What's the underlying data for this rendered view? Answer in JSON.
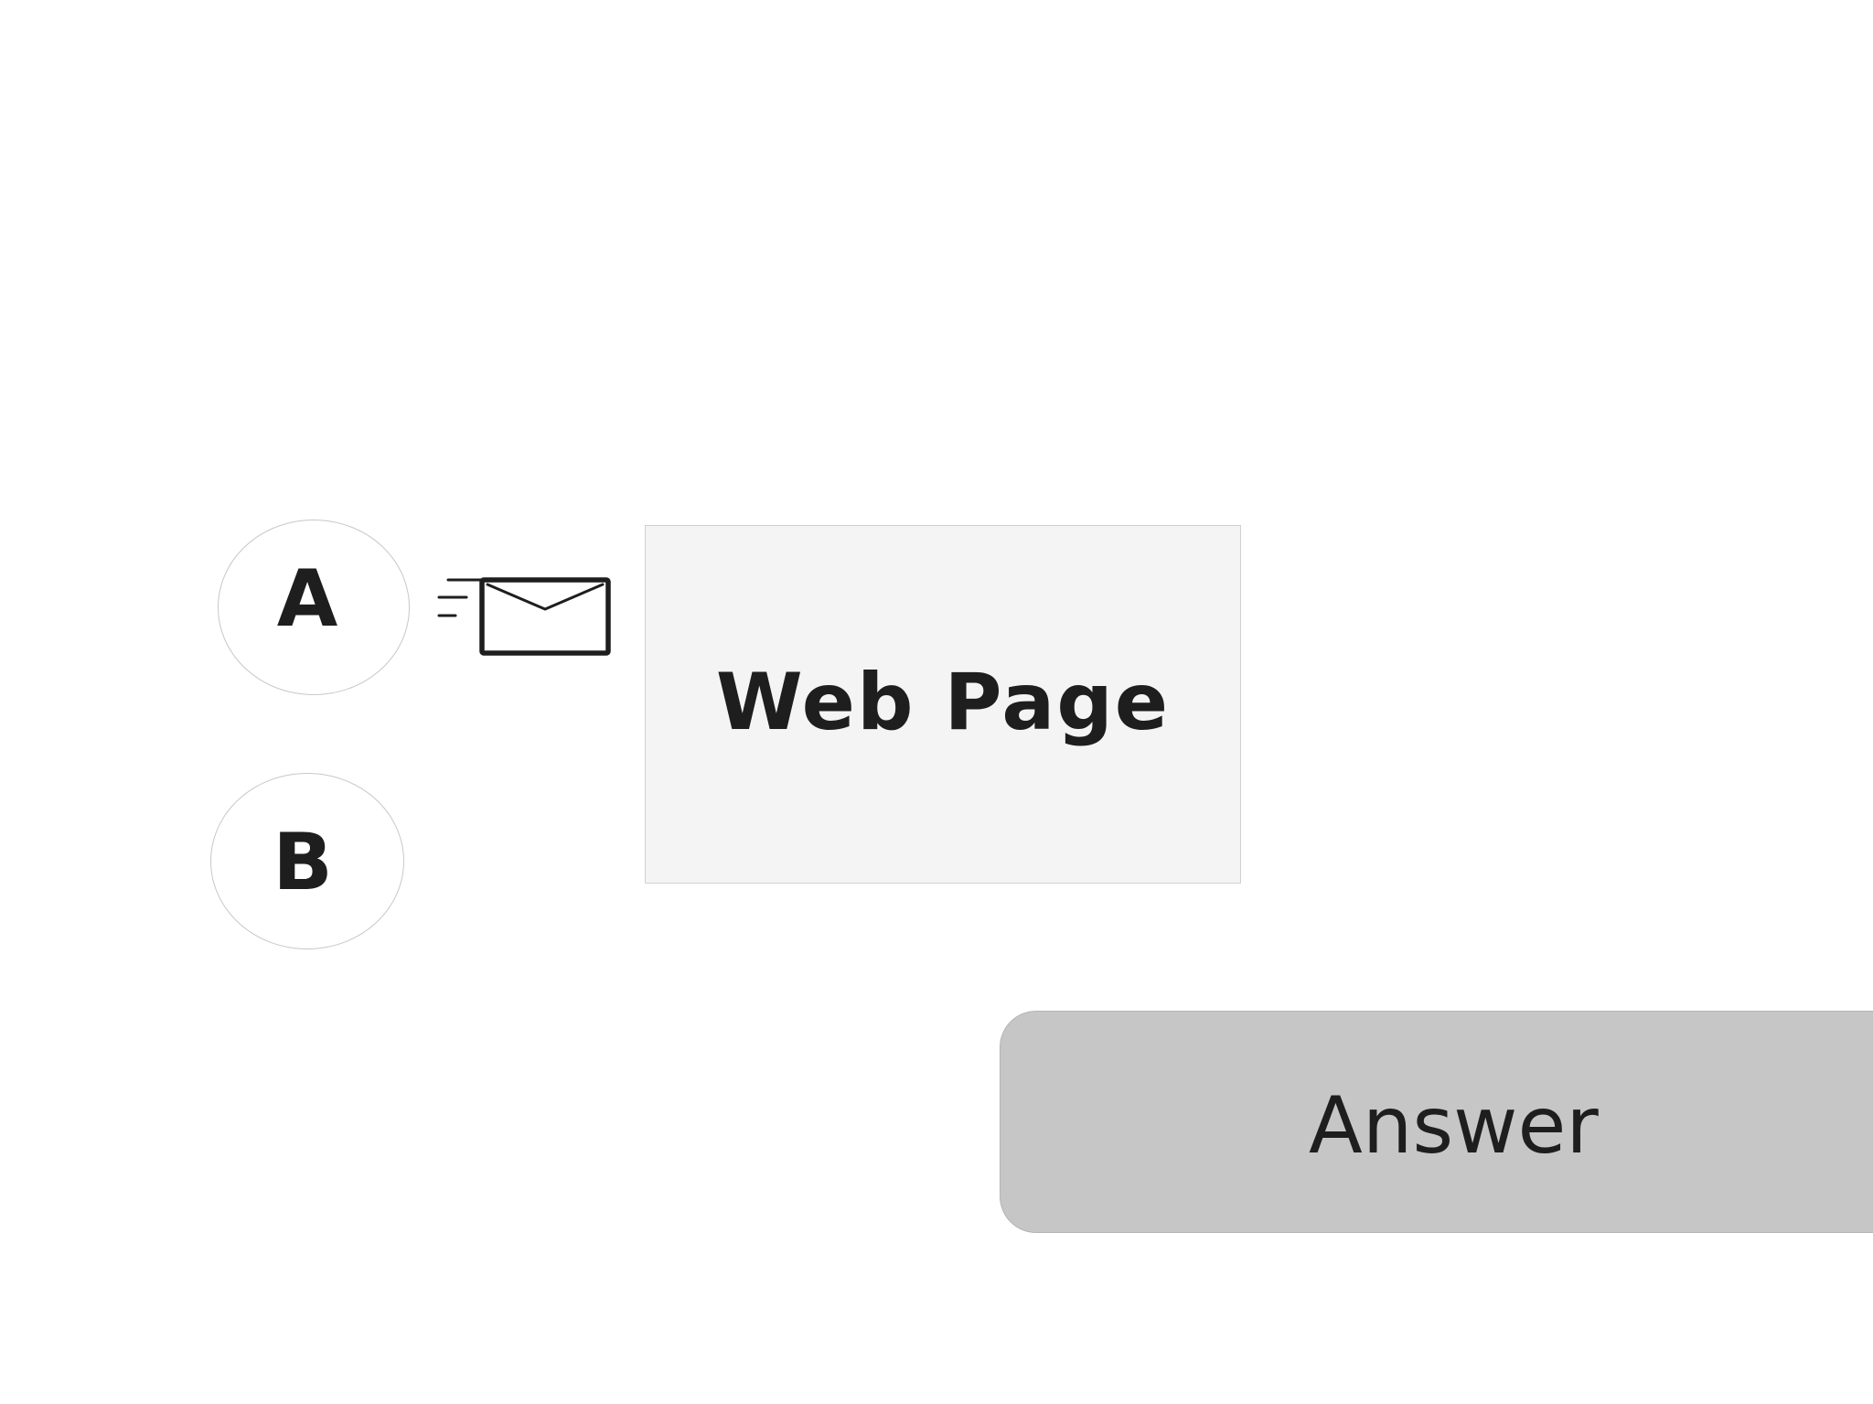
{
  "nodes": {
    "a": {
      "label": "A"
    },
    "b": {
      "label": "B"
    }
  },
  "web_page": {
    "label": "Web Page"
  },
  "answer": {
    "label": "Answer"
  },
  "icons": [
    "mail-icon"
  ],
  "colors": {
    "background": "#ffffff",
    "node_border": "#c8c8c8",
    "web_page_fill": "#f4f4f4",
    "answer_fill": "#c6c6c6",
    "text": "#1e1e1e"
  }
}
